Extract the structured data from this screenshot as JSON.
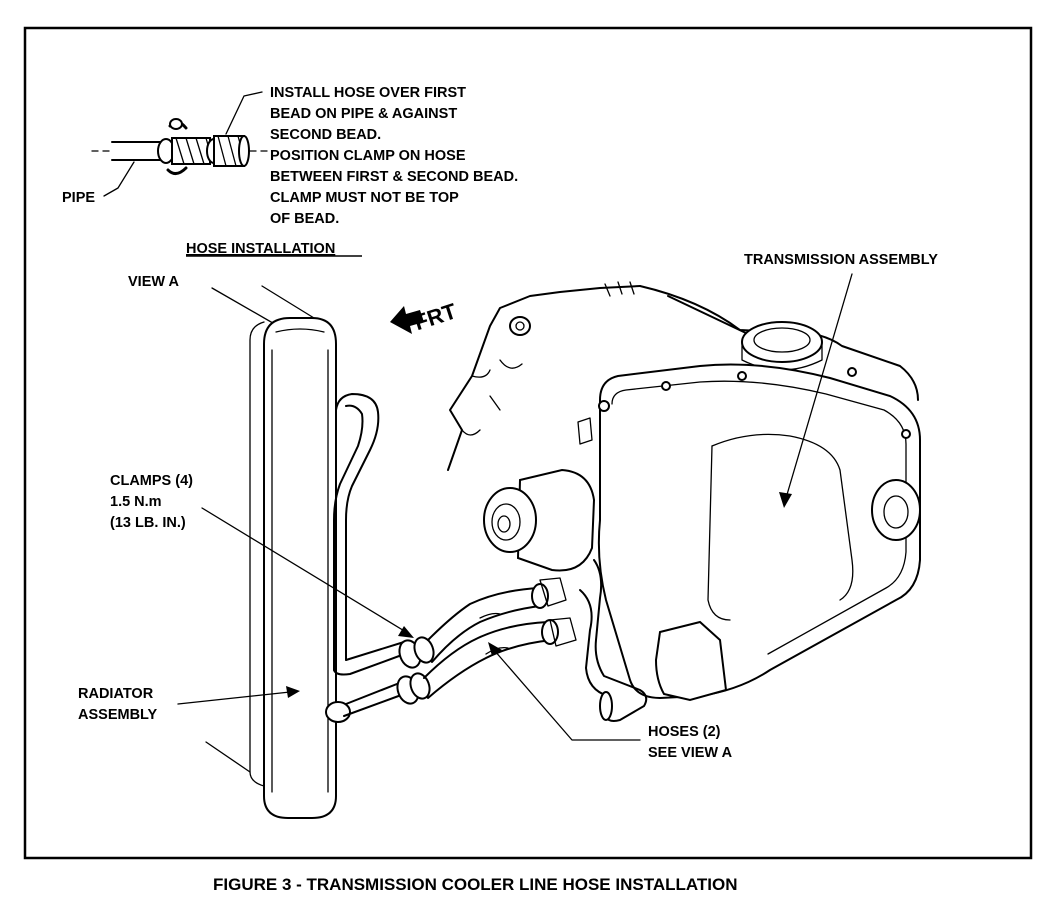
{
  "figure": {
    "caption": "FIGURE 3 - TRANSMISSION COOLER LINE HOSE INSTALLATION",
    "frt": "FRT"
  },
  "hose_installation": {
    "title": "HOSE INSTALLATION",
    "view": "VIEW A",
    "pipe_label": "PIPE",
    "note_lines": [
      "INSTALL HOSE OVER FIRST",
      "BEAD ON PIPE & AGAINST",
      "SECOND BEAD.",
      "POSITION CLAMP ON HOSE",
      "BETWEEN FIRST & SECOND BEAD.",
      "CLAMP MUST NOT BE TOP",
      "OF BEAD."
    ]
  },
  "callouts": {
    "transmission": "TRANSMISSION ASSEMBLY",
    "clamps": [
      "CLAMPS (4)",
      "1.5 N.m",
      "(13 LB. IN.)"
    ],
    "radiator": [
      "RADIATOR",
      "ASSEMBLY"
    ],
    "hoses": [
      "HOSES (2)",
      "SEE VIEW A"
    ]
  }
}
